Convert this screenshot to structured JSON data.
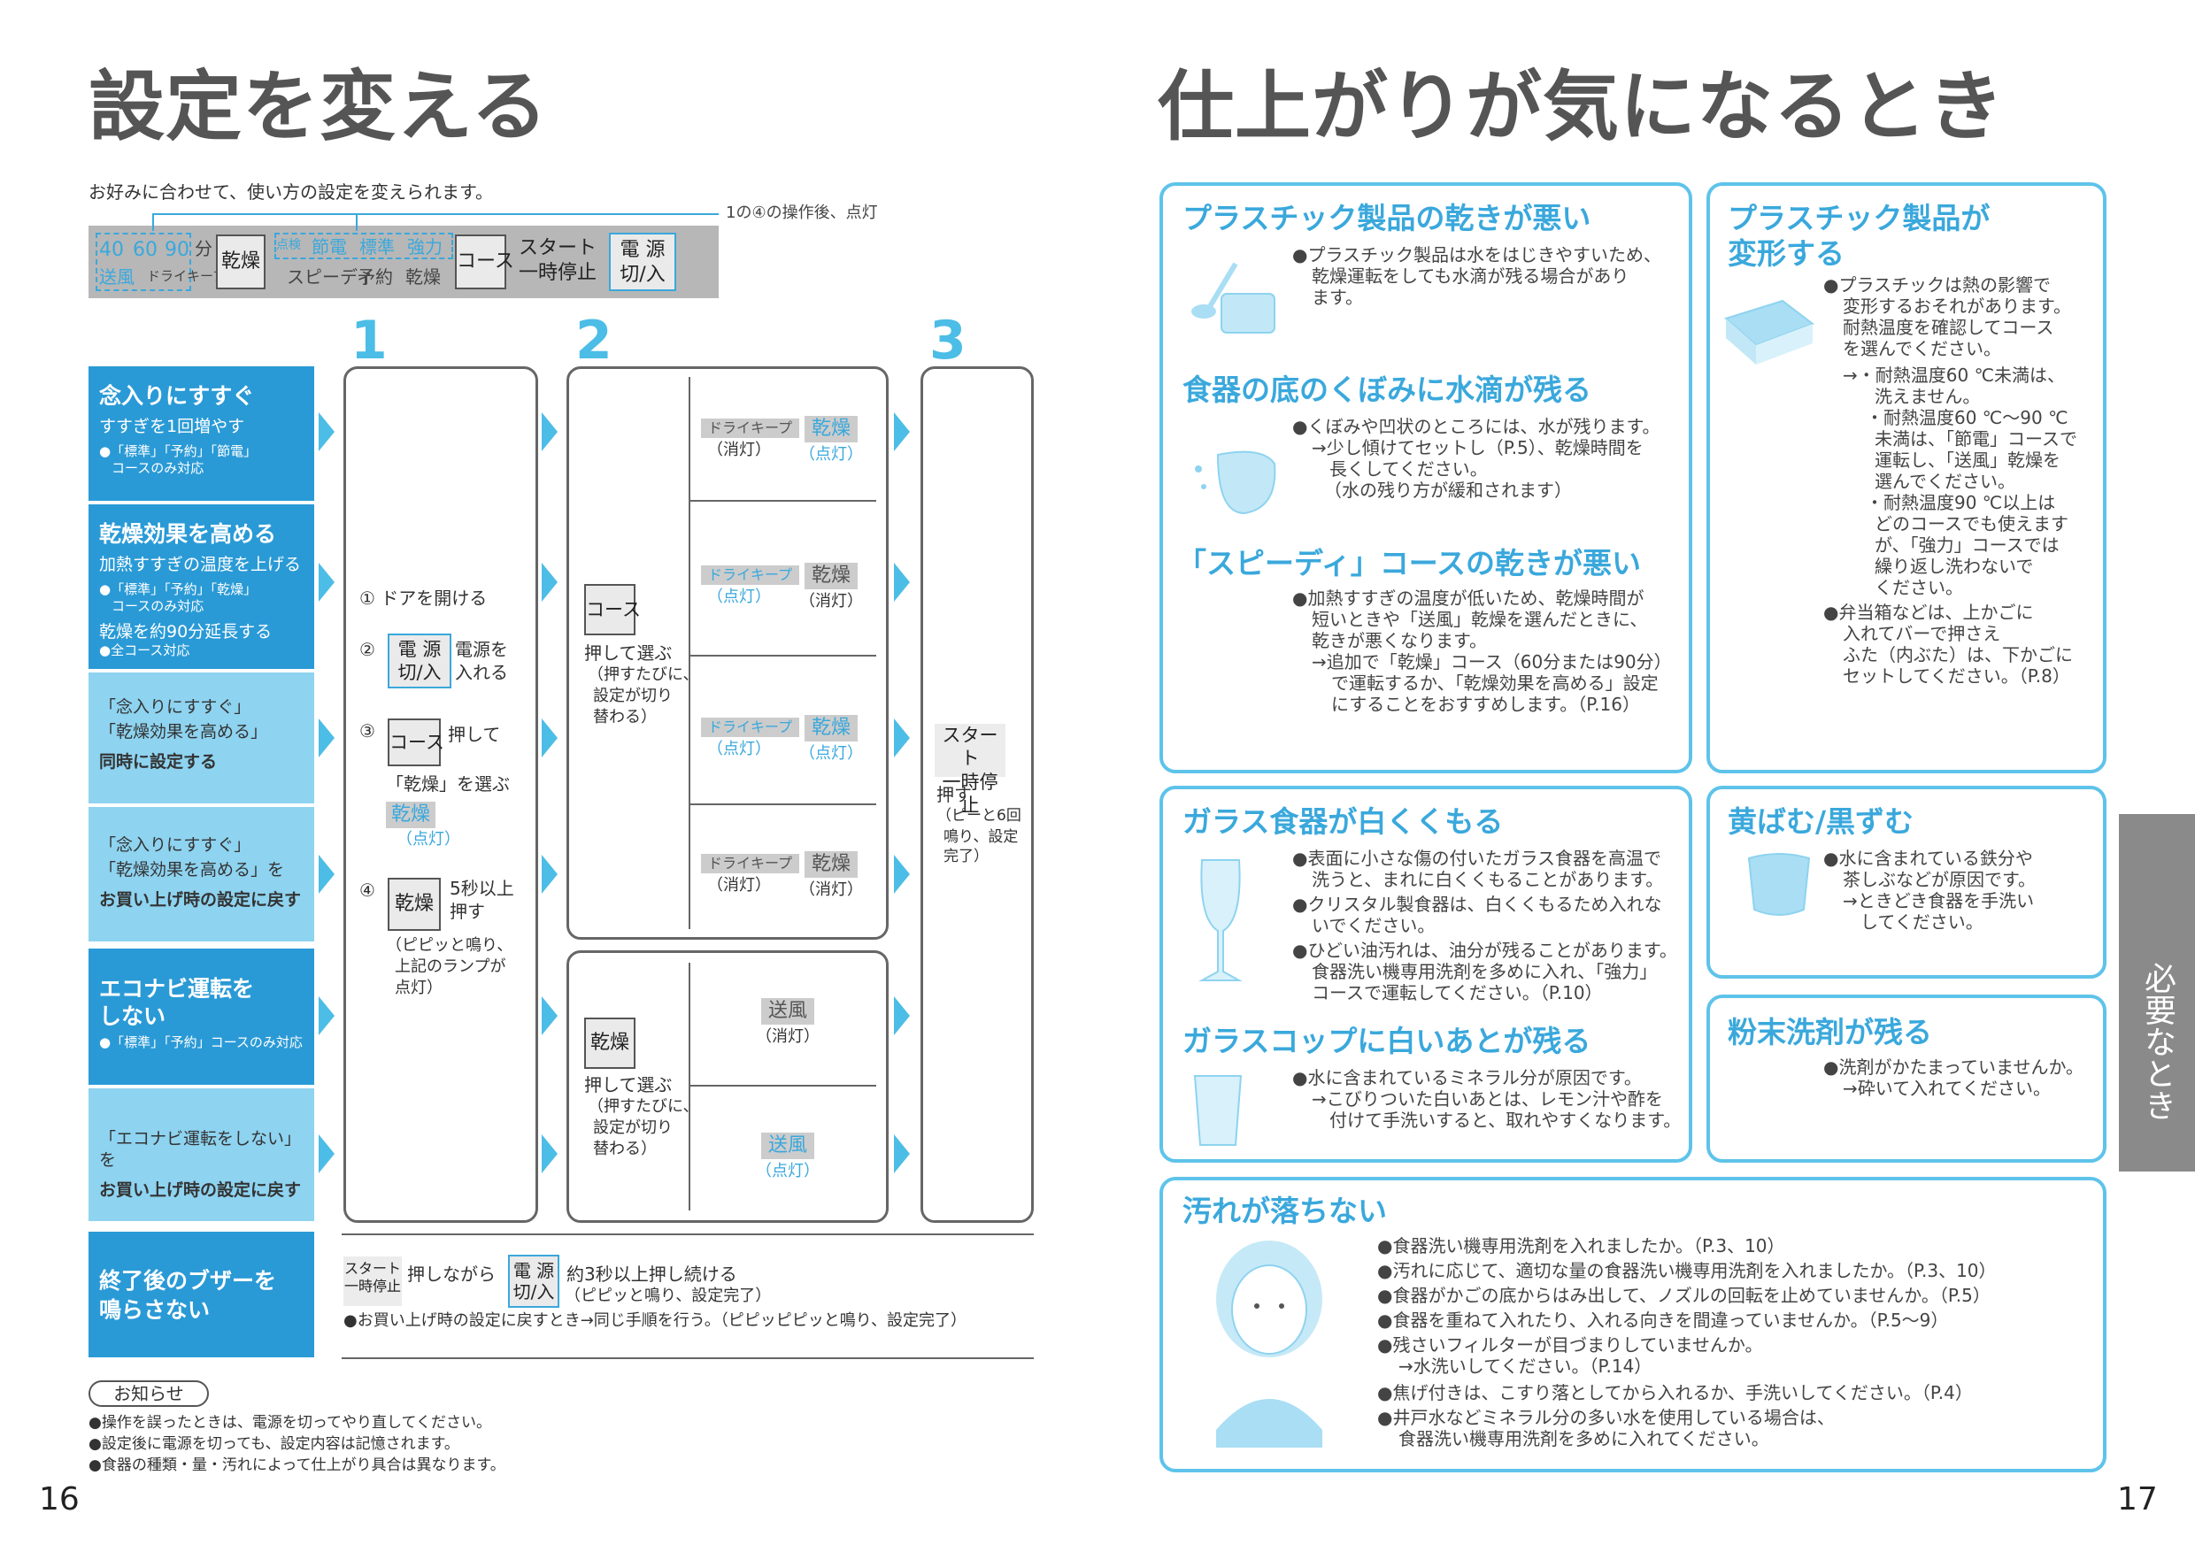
{
  "left": {
    "title": "設定を変える",
    "intro": "お好みに合わせて、使い方の設定を変えられます。",
    "panel_note": "1の④の操作後、点灯",
    "panel": {
      "t40": "40",
      "t60": "60",
      "t90": "90",
      "fun": "分",
      "soufu": "送風",
      "drykeep": "ドライキープ",
      "kansou": "乾燥",
      "tenken": "点検",
      "setsuden": "節電",
      "hyoujun": "標準",
      "kyouryoku": "強力",
      "speedy": "スピーディ",
      "yoyaku": "予約",
      "kansou2": "乾燥",
      "course": "コース",
      "start1": "スタート",
      "start2": "一時停止",
      "power1": "電 源",
      "power2": "切/入"
    },
    "steps": [
      "1",
      "2",
      "3"
    ],
    "rows": [
      {
        "title": "念入りにすすぐ",
        "sub": "すすぎを1回増やす",
        "note1": "●「標準」「予約」「節電」",
        "note2": "コースのみ対応"
      },
      {
        "title": "乾燥効果を高める",
        "sub": "加熱すすぎの温度を上げる",
        "note1": "●「標準」「予約」「乾燥」",
        "note2": "コースのみ対応",
        "sub2": "乾燥を約90分延長する",
        "note3": "●全コース対応"
      },
      {
        "l1": "「念入りにすすぐ」",
        "l2": "「乾燥効果を高める」",
        "l3": "同時に設定する"
      },
      {
        "l1": "「念入りにすすぐ」",
        "l2": "「乾燥効果を高める」を",
        "l3": "お買い上げ時の設定に戻す"
      },
      {
        "title": "エコナビ運転を",
        "title2": "しない",
        "note1": "●「標準」「予約」コースのみ対応"
      },
      {
        "l1": "「エコナビ運転をしない」を",
        "l3": "お買い上げ時の設定に戻す"
      },
      {
        "title": "終了後のブザーを",
        "title2": "鳴らさない"
      }
    ],
    "col1": {
      "s1": "① ドアを開ける",
      "s2a": "電源を",
      "s2b": "入れる",
      "s3": "押して",
      "s3b": "「乾燥」を選ぶ",
      "s3c": "乾燥",
      "s3d": "（点灯）",
      "s4a": "5秒以上",
      "s4b": "押す",
      "s4c": "（ピピッと鳴り、",
      "s4d": "上記のランプが",
      "s4e": "点灯）",
      "num2": "②",
      "num3": "③",
      "num4": "④",
      "course": "コース",
      "kansou": "乾燥",
      "power1": "電 源",
      "power2": "切/入"
    },
    "col2": {
      "course": "コース",
      "kansou": "乾燥",
      "a": "押して選ぶ",
      "b": "（押すたびに、",
      "c": "設定が切り",
      "d": "替わる）"
    },
    "col2cells": {
      "dk": "ドライキープ",
      "ks": "乾燥",
      "off": "（消灯）",
      "on": "（点灯）",
      "soufu": "送風"
    },
    "col3": {
      "start1": "スタート",
      "start2": "一時停止",
      "a": "押す",
      "b": "（ピーと6回",
      "c": "鳴り、設定",
      "d": "完了）"
    },
    "buzzer": {
      "start1": "スタート",
      "start2": "一時停止",
      "a": "押しながら",
      "power1": "電 源",
      "power2": "切/入",
      "b": "約3秒以上押し続ける",
      "c": "（ピピッと鳴り、設定完了）",
      "d": "●お買い上げ時の設定に戻すとき→同じ手順を行う。（ピピッピピッと鳴り、設定完了）"
    },
    "notice": {
      "label": "お知らせ",
      "n1": "●操作を誤ったときは、電源を切ってやり直してください。",
      "n2": "●設定後に電源を切っても、設定内容は記憶されます。",
      "n3": "●食器の種類・量・汚れによって仕上がり具合は異なります。"
    },
    "page": "16"
  },
  "right": {
    "title": "仕上がりが気になるとき",
    "b1": {
      "h": "プラスチック製品の乾きが悪い",
      "t": [
        "●プラスチック製品は水をはじきやすいため、",
        "乾燥運転をしても水滴が残る場合があり",
        "ます。"
      ]
    },
    "b2": {
      "h": "食器の底のくぼみに水滴が残る",
      "t": [
        "●くぼみや凹状のところには、水が残ります。",
        "→少し傾けてセットし（P.5）、乾燥時間を",
        "長くしてください。",
        "（水の残り方が緩和されます）"
      ]
    },
    "b3": {
      "h": "「スピーディ」コースの乾きが悪い",
      "t": [
        "●加熱すすぎの温度が低いため、乾燥時間が",
        "短いときや「送風」乾燥を選んだときに、",
        "乾きが悪くなります。",
        "→追加で「乾燥」コース（60分または90分）",
        "で運転するか、「乾燥効果を高める」設定",
        "にすることをおすすめします。（P.16）"
      ]
    },
    "b4": {
      "h1": "プラスチック製品が",
      "h2": "変形する",
      "t": [
        "●プラスチックは熱の影響で",
        "変形するおそれがあります。",
        "耐熱温度を確認してコース",
        "を選んでください。",
        "→・耐熱温度60 ℃未満は、",
        "洗えません。",
        "・耐熱温度60 ℃～90 ℃",
        "未満は、「節電」コースで",
        "運転し、「送風」乾燥を",
        "選んでください。",
        "・耐熱温度90 ℃以上は",
        "どのコースでも使えます",
        "が、「強力」コースでは",
        "繰り返し洗わないで",
        "ください。",
        "●弁当箱などは、上かごに",
        "入れてバーで押さえ",
        "ふた（内ぶた）は、下かごに",
        "セットしてください。（P.8）"
      ]
    },
    "b5": {
      "h": "ガラス食器が白くくもる",
      "t": [
        "●表面に小さな傷の付いたガラス食器を高温で",
        "洗うと、まれに白くくもることがあります。",
        "●クリスタル製食器は、白くくもるため入れな",
        "いでください。",
        "●ひどい油汚れは、油分が残ることがあります。",
        "食器洗い機専用洗剤を多めに入れ、「強力」",
        "コースで運転してください。（P.10）"
      ]
    },
    "b6": {
      "h": "ガラスコップに白いあとが残る",
      "t": [
        "●水に含まれているミネラル分が原因です。",
        "→こびりついた白いあとは、レモン汁や酢を",
        "付けて手洗いすると、取れやすくなります。"
      ]
    },
    "b7": {
      "h": "黄ばむ/黒ずむ",
      "t": [
        "●水に含まれている鉄分や",
        "茶しぶなどが原因です。",
        "→ときどき食器を手洗い",
        "してください。"
      ]
    },
    "b8": {
      "h": "粉末洗剤が残る",
      "t": [
        "●洗剤がかたまっていませんか。",
        "→砕いて入れてください。"
      ]
    },
    "b9": {
      "h": "汚れが落ちない",
      "t": [
        "●食器洗い機専用洗剤を入れましたか。（P.3、10）",
        "●汚れに応じて、適切な量の食器洗い機専用洗剤を入れましたか。（P.3、10）",
        "●食器がかごの底からはみ出して、ノズルの回転を止めていませんか。（P.5）",
        "●食器を重ねて入れたり、入れる向きを間違っていませんか。（P.5～9）",
        "●残さいフィルターが目づまりしていませんか。",
        "→水洗いしてください。（P.14）",
        "●焦げ付きは、こすり落としてから入れるか、手洗いしてください。（P.4）",
        "●井戸水などミネラル分の多い水を使用している場合は、",
        "食器洗い機専用洗剤を多めに入れてください。"
      ]
    },
    "tab": "必要なとき",
    "page": "17"
  }
}
